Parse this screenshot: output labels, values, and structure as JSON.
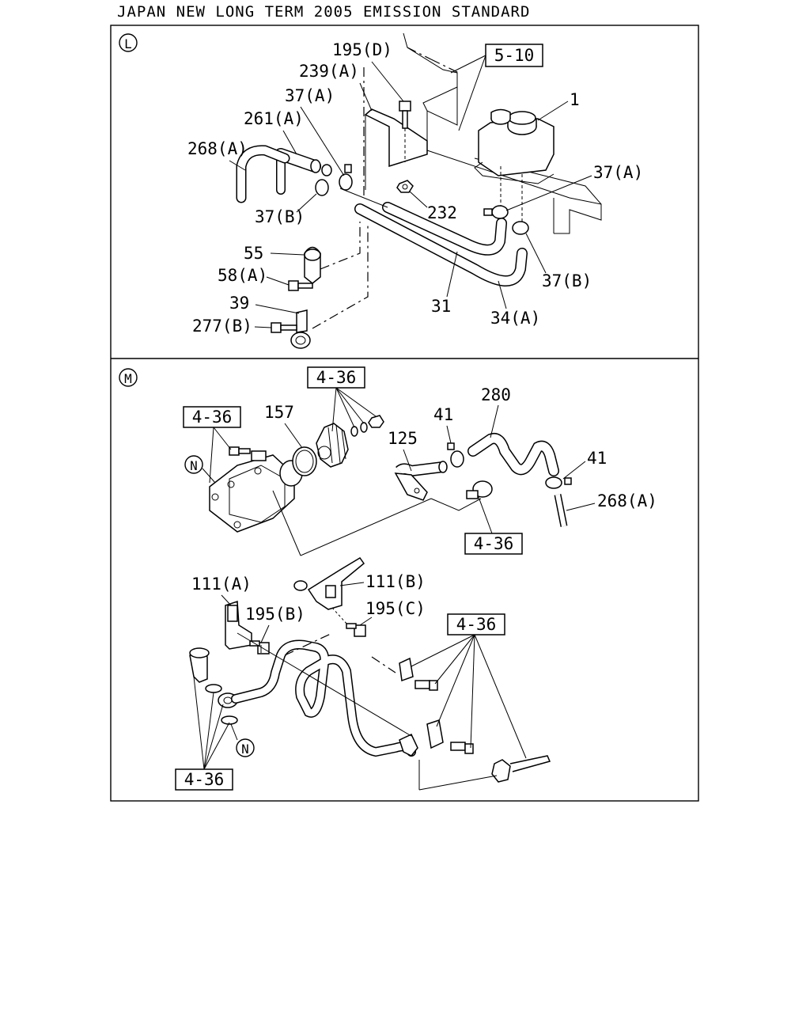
{
  "header": {
    "title": "JAPAN NEW LONG TERM 2005 EMISSION STANDARD"
  },
  "panels": {
    "L": {
      "marker": "L",
      "boxed_refs": [
        "5-10"
      ],
      "labels": {
        "p195d": "195(D)",
        "p239a": "239(A)",
        "p37a_top": "37(A)",
        "p261a": "261(A)",
        "p268a": "268(A)",
        "p1": "1",
        "p37a_right": "37(A)",
        "p37b_left": "37(B)",
        "p232": "232",
        "p55": "55",
        "p58a": "58(A)",
        "p39": "39",
        "p277b": "277(B)",
        "p31": "31",
        "p34a": "34(A)",
        "p37b_right": "37(B)"
      }
    },
    "M": {
      "marker": "M",
      "sub_marker": "N",
      "boxed_refs": [
        "4-36",
        "4-36",
        "4-36",
        "4-36",
        "4-36"
      ],
      "labels": {
        "p157": "157",
        "p41_top": "41",
        "p280": "280",
        "p125": "125",
        "p41_right": "41",
        "p268a": "268(A)",
        "p111a": "111(A)",
        "p111b": "111(B)",
        "p195b": "195(B)",
        "p195c": "195(C)"
      }
    }
  }
}
